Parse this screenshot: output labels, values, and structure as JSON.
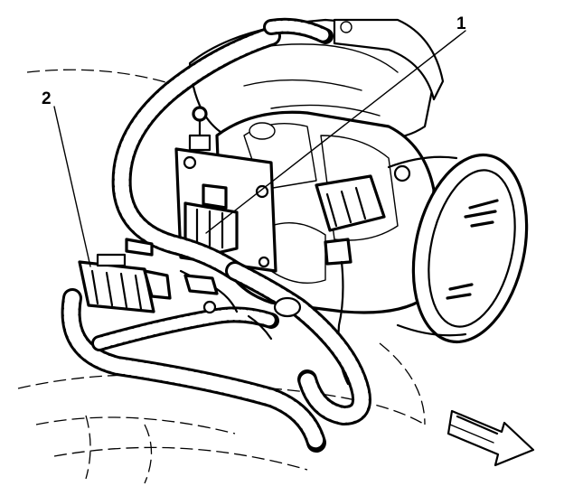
{
  "callouts": [
    {
      "number": "1",
      "target": "connector-on-throttle-body"
    },
    {
      "number": "2",
      "target": "harness-connector"
    }
  ],
  "colors": {
    "line": "#000000",
    "background": "#ffffff"
  },
  "icons": {
    "direction_arrow": "front-direction-arrow-icon"
  }
}
